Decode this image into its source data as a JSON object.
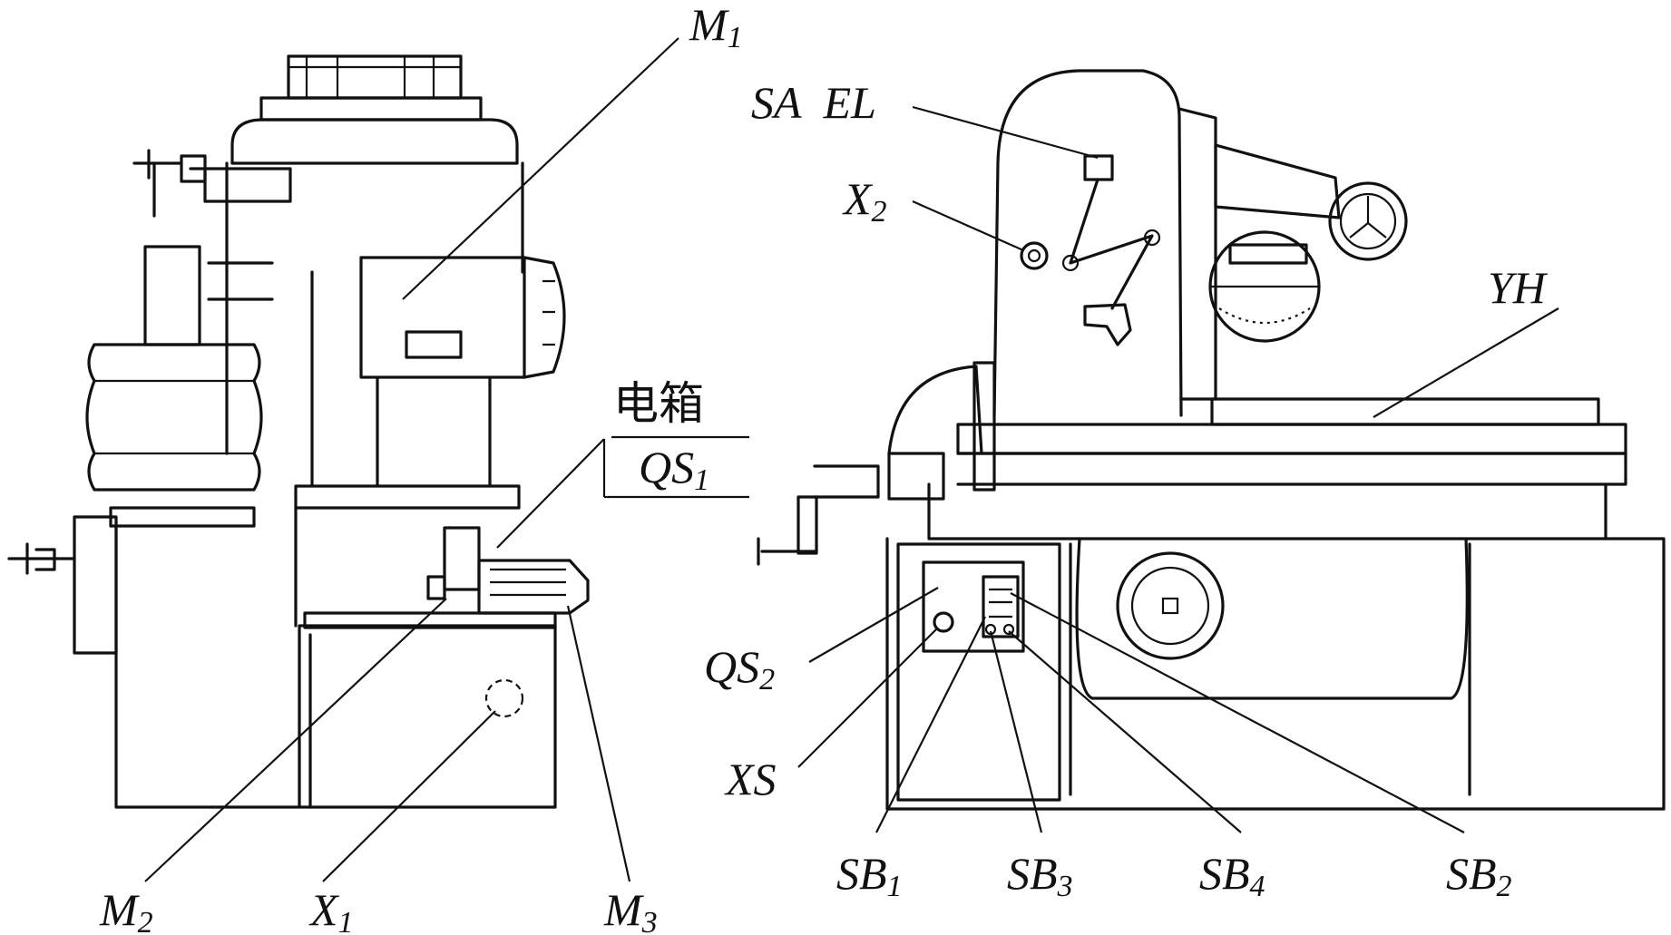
{
  "labels": {
    "m1": {
      "main": "M",
      "sub": "1"
    },
    "m2": {
      "main": "M",
      "sub": "2"
    },
    "m3": {
      "main": "M",
      "sub": "3"
    },
    "x1": {
      "main": "X",
      "sub": "1"
    },
    "x2": {
      "main": "X",
      "sub": "2"
    },
    "elec_box": "电箱",
    "qs1": {
      "main": "QS",
      "sub": "1"
    },
    "qs2": {
      "main": "QS",
      "sub": "2"
    },
    "sa_el": "SA  EL",
    "yh": "YH",
    "xs": "XS",
    "sb1": {
      "main": "SB",
      "sub": "1"
    },
    "sb2": {
      "main": "SB",
      "sub": "2"
    },
    "sb3": {
      "main": "SB",
      "sub": "3"
    },
    "sb4": {
      "main": "SB",
      "sub": "4"
    }
  }
}
